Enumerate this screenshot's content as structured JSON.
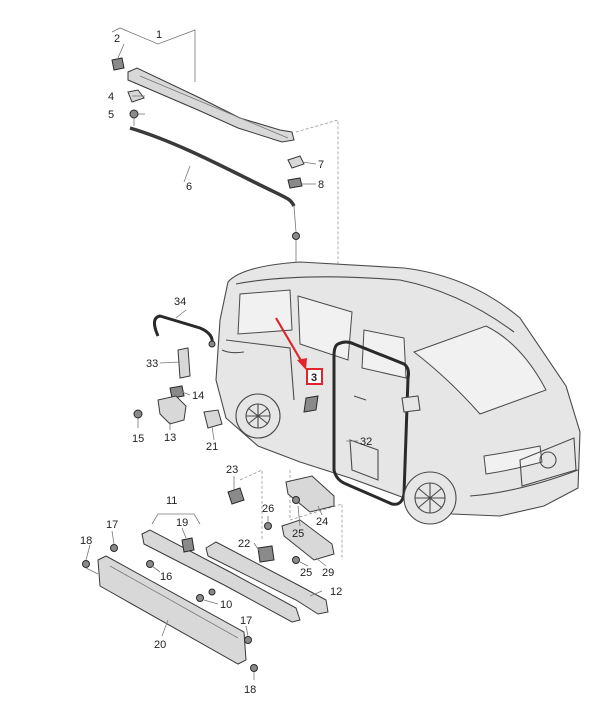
{
  "diagram": {
    "callouts": [
      {
        "id": "c1",
        "label": "1"
      },
      {
        "id": "c2",
        "label": "2"
      },
      {
        "id": "c3",
        "label": "3"
      },
      {
        "id": "c4",
        "label": "4"
      },
      {
        "id": "c5",
        "label": "5"
      },
      {
        "id": "c6",
        "label": "6"
      },
      {
        "id": "c7",
        "label": "7"
      },
      {
        "id": "c8",
        "label": "8"
      },
      {
        "id": "c10",
        "label": "10"
      },
      {
        "id": "c11",
        "label": "11"
      },
      {
        "id": "c12",
        "label": "12"
      },
      {
        "id": "c13",
        "label": "13"
      },
      {
        "id": "c14",
        "label": "14"
      },
      {
        "id": "c15",
        "label": "15"
      },
      {
        "id": "c16",
        "label": "16"
      },
      {
        "id": "c17a",
        "label": "17"
      },
      {
        "id": "c17b",
        "label": "17"
      },
      {
        "id": "c18a",
        "label": "18"
      },
      {
        "id": "c18b",
        "label": "18"
      },
      {
        "id": "c19",
        "label": "19"
      },
      {
        "id": "c20",
        "label": "20"
      },
      {
        "id": "c21",
        "label": "21"
      },
      {
        "id": "c22",
        "label": "22"
      },
      {
        "id": "c23",
        "label": "23"
      },
      {
        "id": "c24",
        "label": "24"
      },
      {
        "id": "c25a",
        "label": "25"
      },
      {
        "id": "c25b",
        "label": "25"
      },
      {
        "id": "c26",
        "label": "26"
      },
      {
        "id": "c29",
        "label": "29"
      },
      {
        "id": "c32",
        "label": "32"
      },
      {
        "id": "c33",
        "label": "33"
      },
      {
        "id": "c34",
        "label": "34"
      }
    ],
    "highlighted_part": "3",
    "colors": {
      "highlight": "#e0262b",
      "line": "#3a3a3a",
      "part_fill": "#d8d8d8"
    }
  }
}
